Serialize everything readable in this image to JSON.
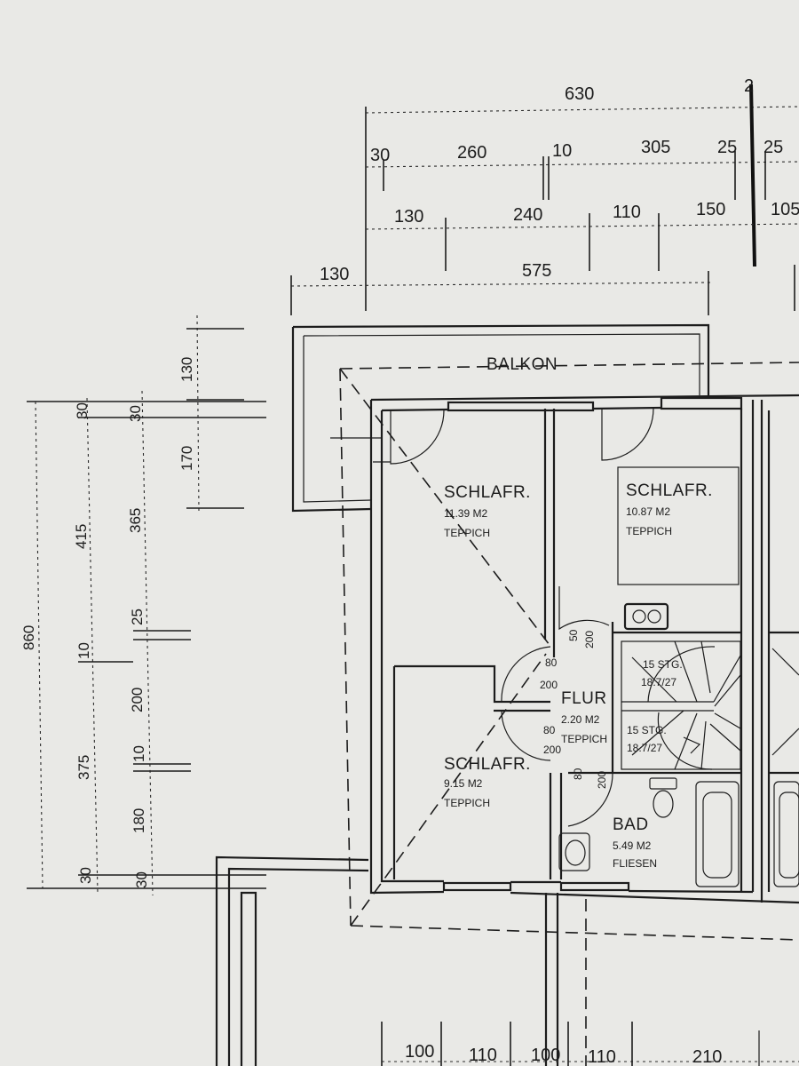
{
  "dimensions_top": {
    "total_630": "630",
    "d_2": "2",
    "d_30": "30",
    "d_260": "260",
    "d_10": "10",
    "d_305": "305",
    "d_25a": "25",
    "d_25b": "25",
    "d_130": "130",
    "d_240": "240",
    "d_110": "110",
    "d_150": "150",
    "d_105": "105",
    "d_130b": "130",
    "d_575": "575"
  },
  "dimensions_left": {
    "d_860": "860",
    "d_30a": "30",
    "d_415": "415",
    "d_10a": "10",
    "d_375": "375",
    "d_30b": "30",
    "d_30c": "30",
    "d_365": "365",
    "d_25": "25",
    "d_200": "200",
    "d_10b": "10",
    "d_180": "180",
    "d_30d": "30",
    "d_130": "130",
    "d_170": "170"
  },
  "dimensions_bottom": {
    "d_100a": "100",
    "d_110a": "110",
    "d_100b": "100",
    "d_110b": "110",
    "d_210": "210"
  },
  "rooms": {
    "balkon": "BALKON",
    "schlafr1": {
      "name": "SCHLAFR.",
      "area": "11.39 M2",
      "floor": "TEPPICH"
    },
    "schlafr2": {
      "name": "SCHLAFR.",
      "area": "10.87 M2",
      "floor": "TEPPICH"
    },
    "schlafr3": {
      "name": "SCHLAFR.",
      "area": "9.15 M2",
      "floor": "TEPPICH"
    },
    "flur": {
      "name": "FLUR",
      "area": "2.20 M2",
      "floor": "TEPPICH"
    },
    "bad": {
      "name": "BAD",
      "area": "5.49 M2",
      "floor": "FLIESEN"
    }
  },
  "openings": {
    "door1_w": "80",
    "door1_h": "200",
    "door2_w": "80",
    "door2_h": "200",
    "door3_w": "80",
    "door3_h": "200",
    "door4_w": "50",
    "door4_h": "200"
  },
  "stairs": {
    "upper_count": "15 STG.",
    "upper_ratio": "18.7/27",
    "lower_count": "15 STG.",
    "lower_ratio": "18.7/27"
  }
}
